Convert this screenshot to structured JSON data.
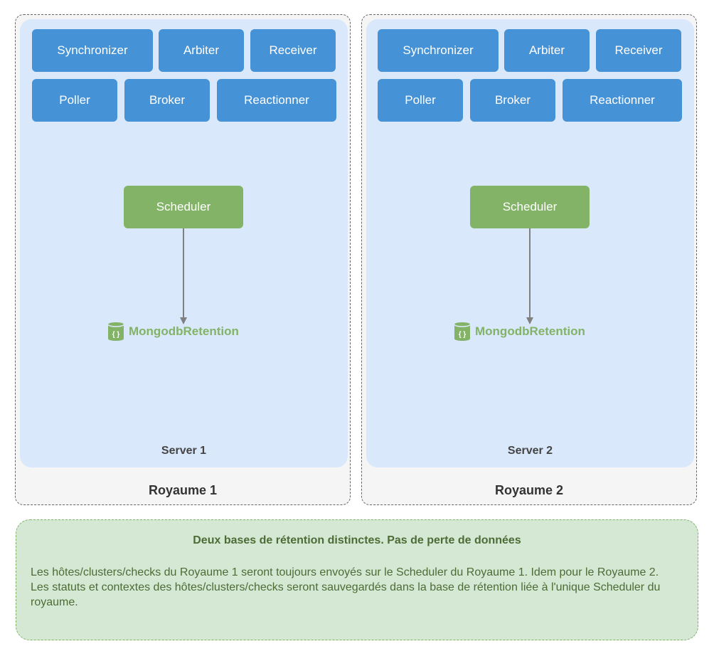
{
  "realms": [
    {
      "label": "Royaume 1",
      "server": "Server 1",
      "daemons_row1": [
        "Synchronizer",
        "Arbiter",
        "Receiver"
      ],
      "daemons_row2": [
        "Poller",
        "Broker",
        "Reactionner"
      ],
      "scheduler": "Scheduler",
      "db": "MongodbRetention"
    },
    {
      "label": "Royaume 2",
      "server": "Server 2",
      "daemons_row1": [
        "Synchronizer",
        "Arbiter",
        "Receiver"
      ],
      "daemons_row2": [
        "Poller",
        "Broker",
        "Reactionner"
      ],
      "scheduler": "Scheduler",
      "db": "MongodbRetention"
    }
  ],
  "note": {
    "title": "Deux bases de rétention distinctes. Pas de perte de données",
    "line1": "Les hôtes/clusters/checks du Royaume 1 seront toujours envoyés sur le Scheduler du Royaume 1. Idem pour le Royaume 2.",
    "line2": "Les statuts et contextes des hôtes/clusters/checks seront sauvegardés dans la base de rétention liée à l'unique Scheduler du royaume."
  },
  "colors": {
    "daemon": "#4592d6",
    "scheduler": "#82b366",
    "server_bg": "#dae8fc",
    "realm_bg": "#f5f5f5",
    "note_bg": "#d5e8d4",
    "note_text": "#4d6b35"
  },
  "icons": {
    "database": "database-icon"
  }
}
